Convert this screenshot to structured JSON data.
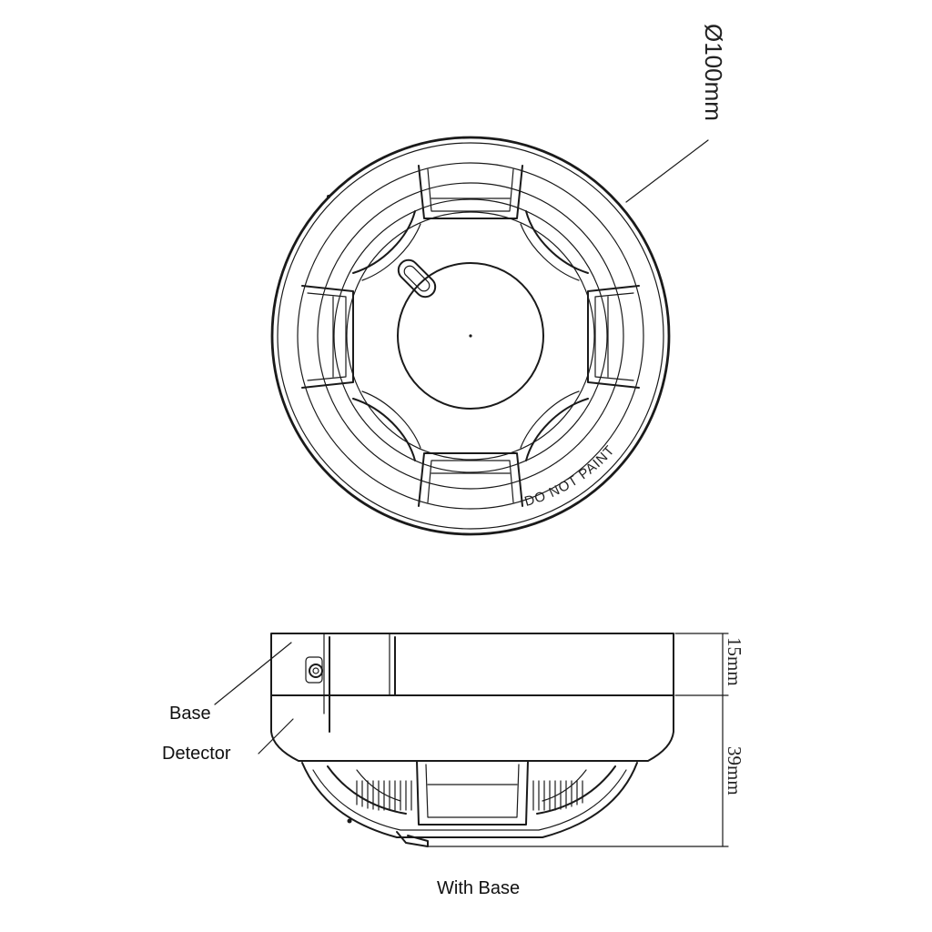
{
  "top_view": {
    "diameter_label": "Ø100mm",
    "marking_text": "DO NOT PAINT"
  },
  "side_view": {
    "base_label": "Base",
    "detector_label": "Detector",
    "dim_base_height": "15mm",
    "dim_detector_height": "39mm",
    "caption": "With Base"
  }
}
